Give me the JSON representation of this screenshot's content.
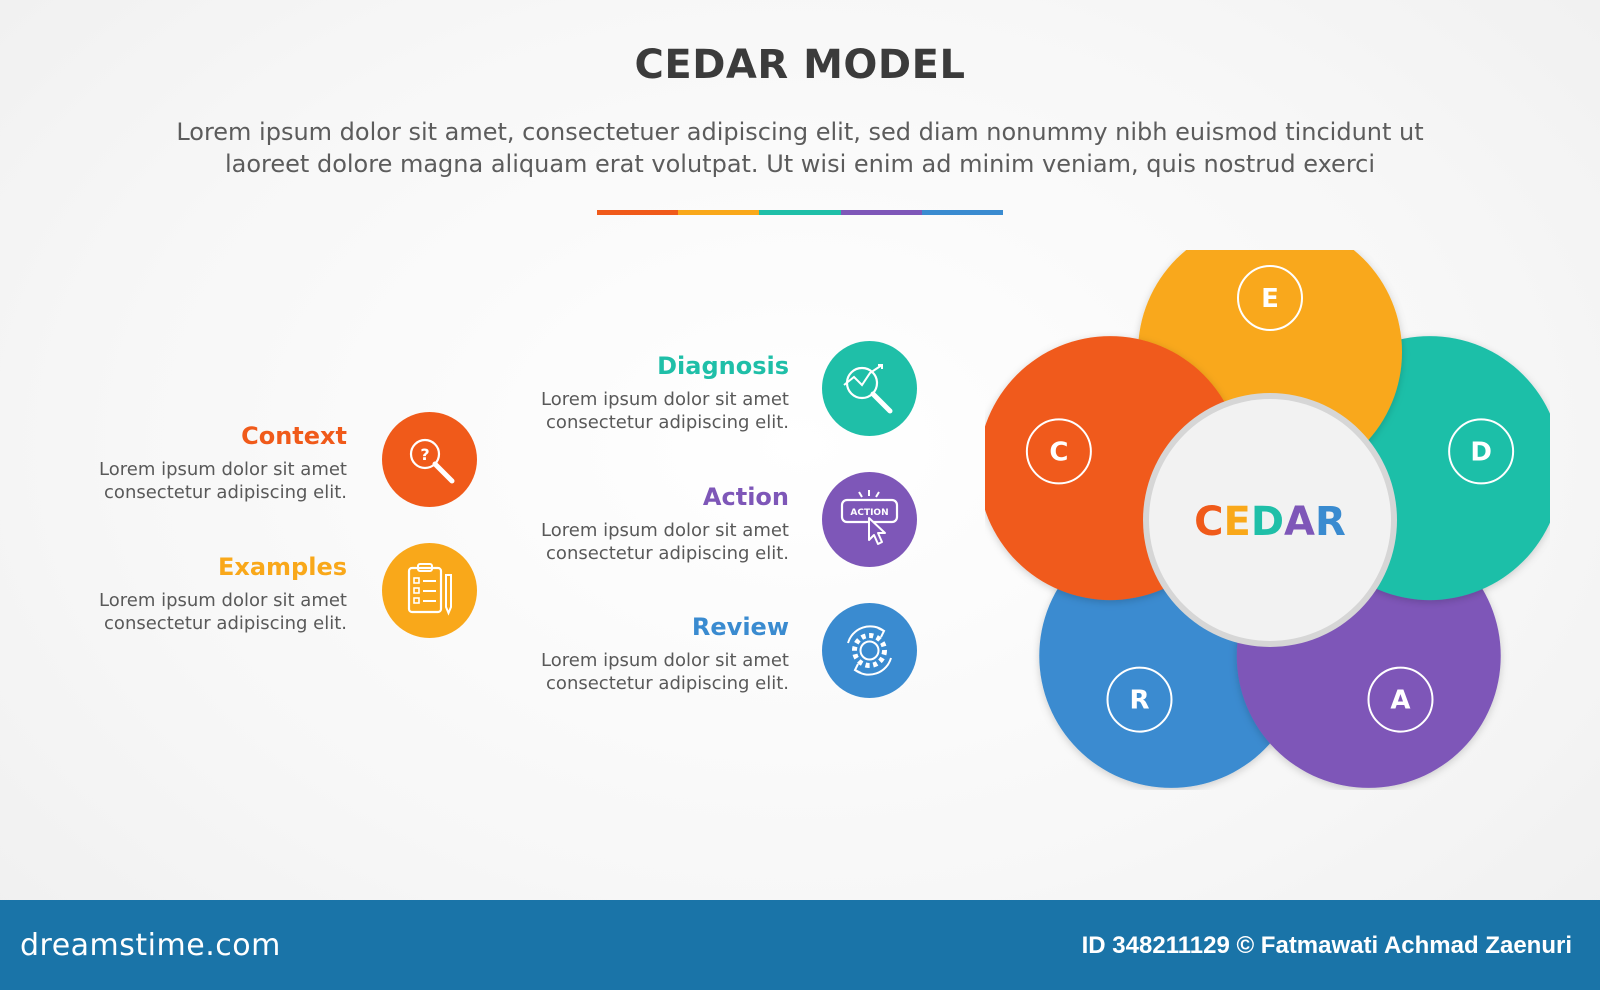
{
  "title": "CEDAR MODEL",
  "subtitle_line1": "Lorem ipsum dolor sit amet, consectetuer adipiscing elit, sed diam nonummy nibh euismod tincidunt ut",
  "subtitle_line2": "laoreet dolore magna aliquam erat volutpat. Ut wisi enim ad minim veniam, quis nostrud exerci",
  "rule_colors": [
    "#f05a1a",
    "#f9a81a",
    "#1fbfa8",
    "#7e57b8",
    "#3a8bd0"
  ],
  "items": {
    "context": {
      "title": "Context",
      "line1": "Lorem ipsum dolor sit amet",
      "line2": "consectetur adipiscing elit.",
      "color": "#f05a1a",
      "icon": "question-magnifier-icon"
    },
    "examples": {
      "title": "Examples",
      "line1": "Lorem ipsum dolor sit amet",
      "line2": "consectetur adipiscing elit.",
      "color": "#f9a81a",
      "icon": "clipboard-checklist-icon"
    },
    "diagnosis": {
      "title": "Diagnosis",
      "line1": "Lorem ipsum dolor sit amet",
      "line2": "consectetur adipiscing elit.",
      "color": "#1fbfa8",
      "icon": "chart-magnifier-icon"
    },
    "action": {
      "title": "Action",
      "line1": "Lorem ipsum dolor sit amet",
      "line2": "consectetur adipiscing elit.",
      "color": "#7e57b8",
      "icon": "action-button-click-icon",
      "icon_text": "ACTION"
    },
    "review": {
      "title": "Review",
      "line1": "Lorem ipsum dolor sit amet",
      "line2": "consectetur adipiscing elit.",
      "color": "#3a8bd0",
      "icon": "gear-refresh-icon"
    }
  },
  "diagram": {
    "center_letters": [
      "C",
      "E",
      "D",
      "A",
      "R"
    ],
    "center_colors": [
      "#f05a1a",
      "#f9a81a",
      "#1fbfa8",
      "#7e57b8",
      "#3a8bd0"
    ],
    "petals": [
      {
        "letter": "E",
        "color": "#f9a81a"
      },
      {
        "letter": "D",
        "color": "#1fbfa8"
      },
      {
        "letter": "A",
        "color": "#7e57b8"
      },
      {
        "letter": "R",
        "color": "#3a8bd0"
      },
      {
        "letter": "C",
        "color": "#f05a1a"
      }
    ]
  },
  "footer": {
    "brand": "dreamstime.com",
    "credit": "ID 348211129 © Fatmawati  Achmad Zaenuri"
  }
}
